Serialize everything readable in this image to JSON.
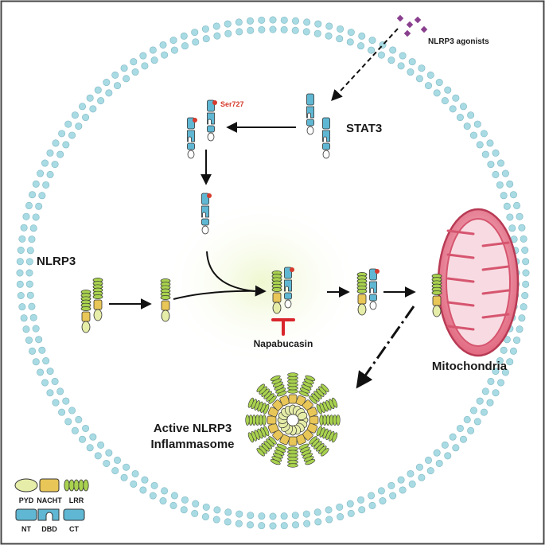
{
  "labels": {
    "agonists": "NLRP3 agonists",
    "stat3": "STAT3",
    "ser727": "Ser727",
    "nlrp3": "NLRP3",
    "napabucasin": "Napabucasin",
    "mitochondria": "Mitochondria",
    "active_line1": "Active NLRP3",
    "active_line2": "Inflammasome"
  },
  "legend": {
    "nlrp3_domains": [
      "PYD",
      "NACHT",
      "LRR"
    ],
    "stat3_domains": [
      "NT",
      "DBD",
      "CT"
    ]
  },
  "colors": {
    "membrane": "#a8dbe3",
    "pyd": "#e6eda8",
    "nacht": "#e8c657",
    "lrr": "#a9d24f",
    "stat3_body": "#5fb7d3",
    "phospho": "#d63b2d",
    "inhibit": "#d9262c",
    "mito_outer": "#e2647c",
    "mito_inner": "#f3b7c4"
  }
}
